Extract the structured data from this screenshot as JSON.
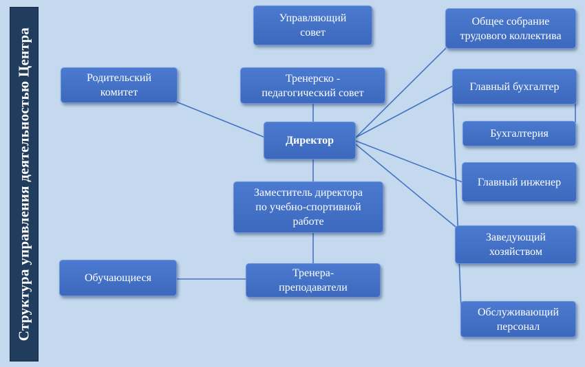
{
  "side_title": "Структура управления деятельностью Центра",
  "nodes": {
    "governing_council": "Управляющий\nсовет",
    "parent_committee": "Родительский\nкомитет",
    "coach_council": "Тренерско -\nпедагогический совет",
    "director": "Директор",
    "general_meeting": "Общее собрание\nтрудового коллектива",
    "chief_accountant": "Главный бухгалтер",
    "accounting": "Бухгалтерия",
    "chief_engineer": "Главный инженер",
    "deputy_director": "Заместитель директора\nпо учебно-спортивной\nработе",
    "housekeeping_head": "Заведующий\nхозяйством",
    "students": "Обучающиеся",
    "coaches": "Тренера-\nпреподаватели",
    "service_staff": "Обслуживающий\nперсонал"
  },
  "colors": {
    "background": "#c4d9ee",
    "node_fill": "#4472c4",
    "line": "#4472c4",
    "side_title_bg": "#213d5e"
  }
}
